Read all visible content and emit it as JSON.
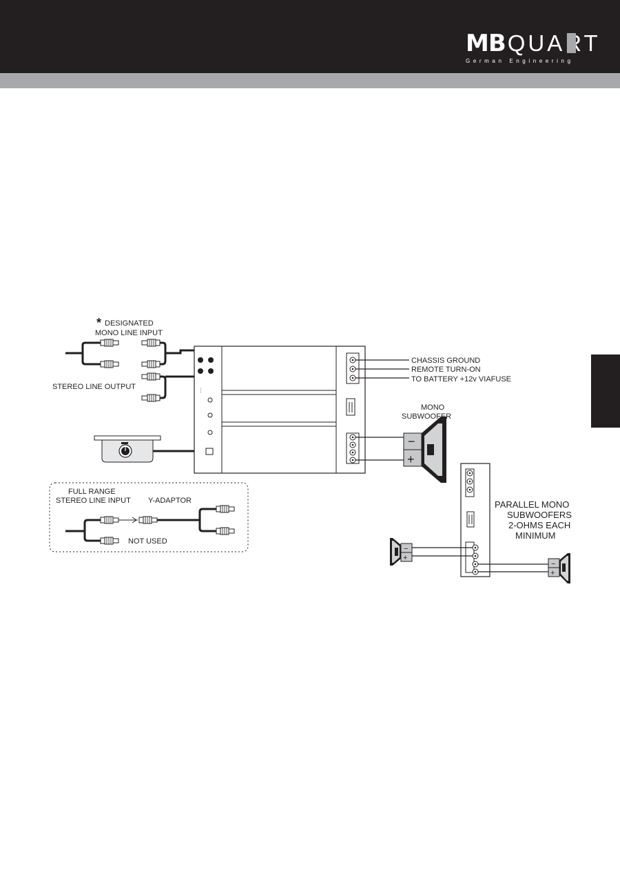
{
  "brand": {
    "logo_mb": "MB",
    "logo_quart": "QUART",
    "tagline": "German Engineering",
    "header_color": "#231f20",
    "accent_gray": "#a7a9ac"
  },
  "labels": {
    "designated_mark": "*",
    "designated_line1": "DESIGNATED",
    "designated_line2": "MONO LINE INPUT",
    "stereo_line_output": "STEREO LINE OUTPUT",
    "chassis_ground": "CHASSIS GROUND",
    "remote_turn_on": "REMOTE TURN-ON",
    "battery": "TO BATTERY +12v VIAFUSE",
    "mono_sub_line1": "MONO",
    "mono_sub_line2": "SUBWOOFER",
    "full_range_line1": "FULL RANGE",
    "full_range_line2": "STEREO LINE INPUT",
    "y_adaptor": "Y-ADAPTOR",
    "not_used": "NOT USED",
    "parallel_line1": "PARALLEL MONO",
    "parallel_line2": "SUBWOOFERS",
    "parallel_line3": "2-OHMS EACH",
    "parallel_line4": "MINIMUM",
    "minus_sign": "−",
    "plus_sign": "+"
  }
}
